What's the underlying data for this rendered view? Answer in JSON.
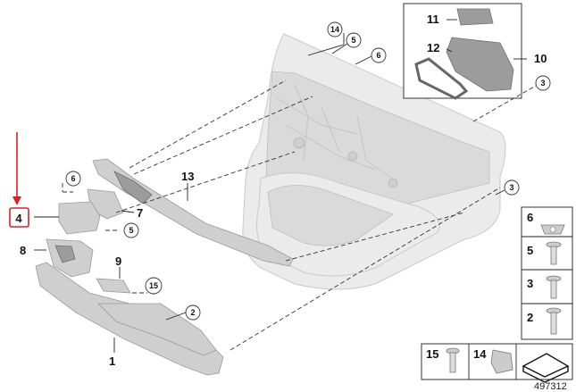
{
  "diagram": {
    "figure_number": "497312",
    "callouts": {
      "c1": "1",
      "c2": "2",
      "c3a": "3",
      "c3b": "3",
      "c4": "4",
      "c5a": "5",
      "c5b": "5",
      "c6a": "6",
      "c6b": "6",
      "c7": "7",
      "c8": "8",
      "c9": "9",
      "c10": "10",
      "c11": "11",
      "c12": "12",
      "c13": "13",
      "c14": "14",
      "c15": "15"
    },
    "legend": {
      "l6": "6",
      "l5": "5",
      "l3": "3",
      "l2": "2",
      "l15": "15",
      "l14": "14"
    },
    "colors": {
      "highlight": "#e02020"
    }
  }
}
